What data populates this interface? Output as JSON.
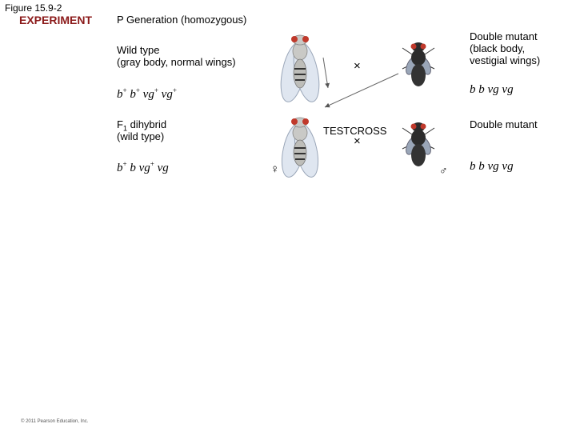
{
  "figure_label": "Figure 15.9-2",
  "experiment_label": "EXPERIMENT",
  "p_generation": "P Generation (homozygous)",
  "wild_type": {
    "line1": "Wild type",
    "line2": "(gray body, normal wings)",
    "genotype": [
      {
        "base": "b",
        "sup": "+"
      },
      {
        "base": "b",
        "sup": "+"
      },
      {
        "base": "vg",
        "sup": "+"
      },
      {
        "base": "vg",
        "sup": "+"
      }
    ]
  },
  "double_mutant_p": {
    "line1": "Double mutant",
    "line2": "(black body,",
    "line3": "vestigial wings)",
    "genotype": "b b vg vg"
  },
  "cross_symbol": "×",
  "f1": {
    "line1": "F1 dihybrid",
    "line1_main": "F",
    "line1_sub": "1",
    "line1_rest": " dihybrid",
    "line2": "(wild type)",
    "genotype": [
      {
        "base": "b",
        "sup": "+"
      },
      {
        "base": "b",
        "sup": ""
      },
      {
        "base": "vg",
        "sup": "+"
      },
      {
        "base": "vg",
        "sup": ""
      }
    ]
  },
  "testcross_label": "TESTCROSS",
  "double_mutant_test": {
    "label": "Double mutant",
    "genotype": "b b vg vg"
  },
  "female_symbol": "♀",
  "male_symbol": "♂",
  "copyright": "© 2011 Pearson Education, Inc.",
  "colors": {
    "experiment": "#8b1a1a",
    "wild_body": "#c9c9c6",
    "wild_wing": "#dfe6f0",
    "mutant_body": "#2c2c2c",
    "eye": "#c0392b",
    "arrow": "#555555"
  }
}
